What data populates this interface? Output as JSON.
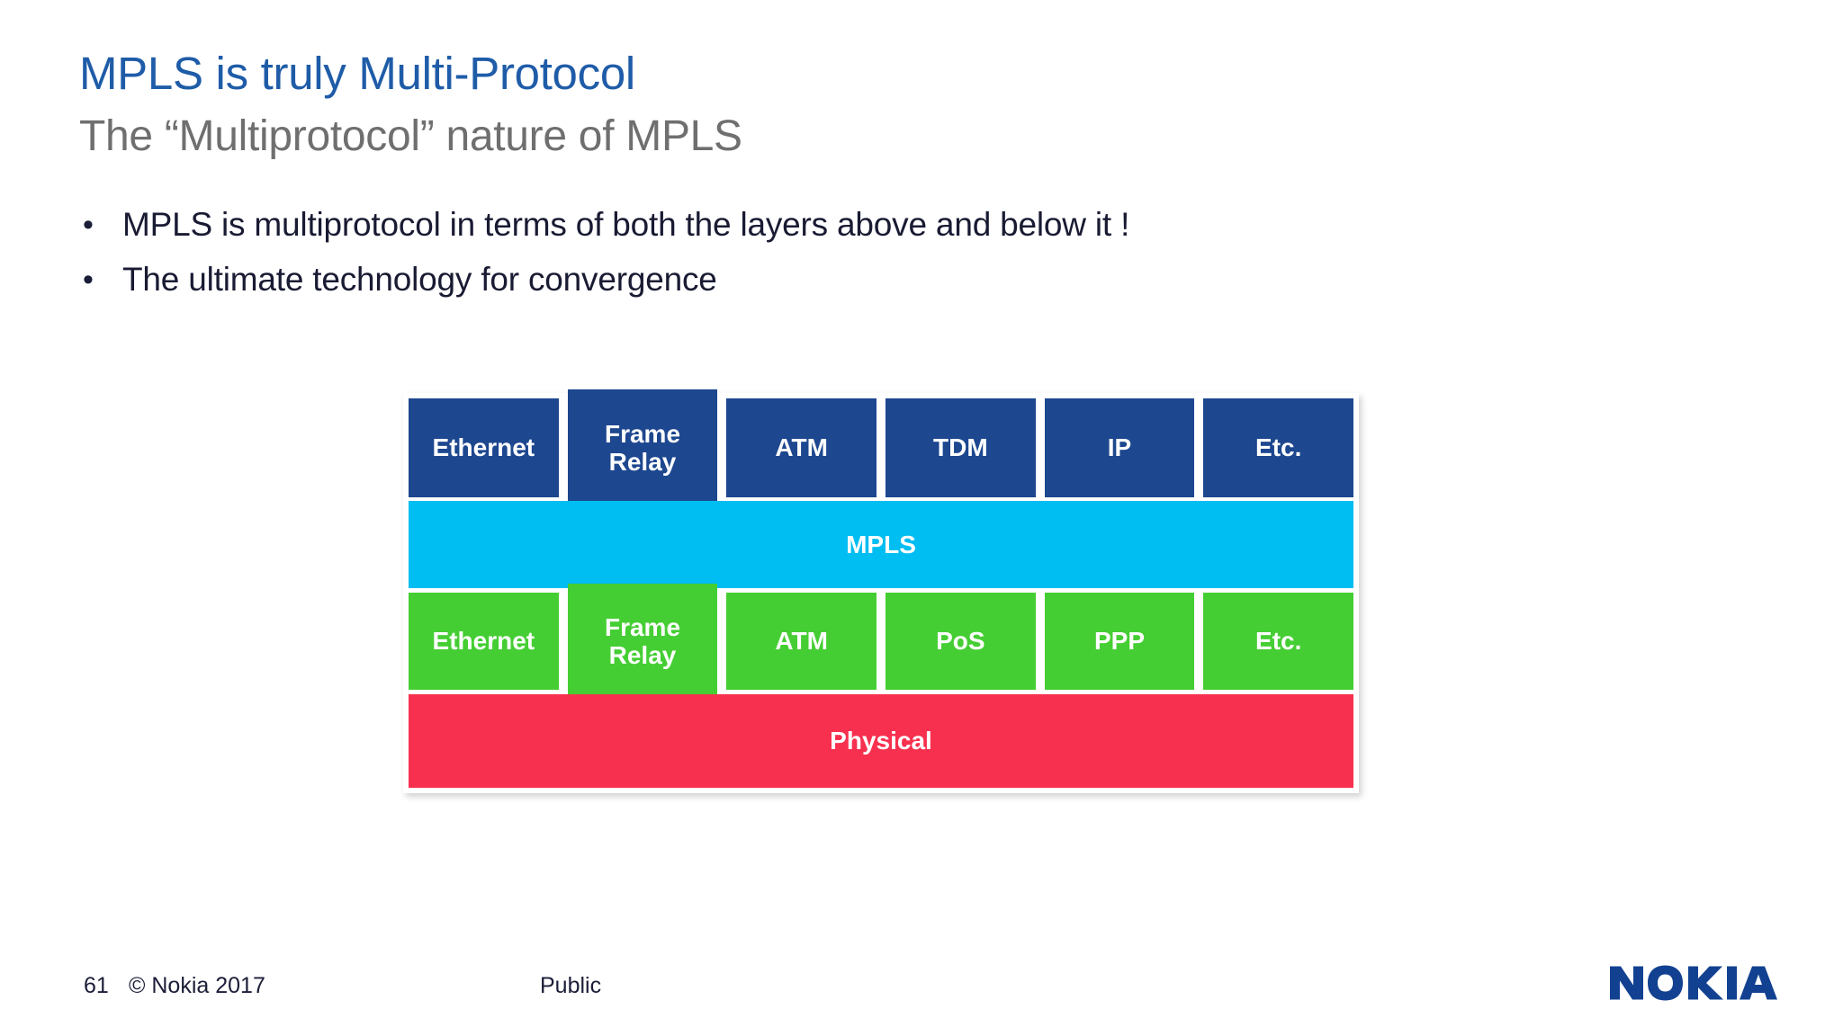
{
  "slide": {
    "title": "MPLS is truly Multi-Protocol",
    "subtitle": "The “Multiprotocol” nature of MPLS",
    "title_color": "#1f5ca8",
    "subtitle_color": "#6f6f6f"
  },
  "bullets": [
    {
      "marker": "•",
      "text": "MPLS is multiprotocol in terms of both the layers above and below it !"
    },
    {
      "marker": "•",
      "text": "The ultimate technology for convergence"
    }
  ],
  "diagram": {
    "type": "layered-protocol-stack",
    "colors": {
      "upper_layer": "#1d478f",
      "mpls_layer": "#00bdf2",
      "lower_layer": "#45ce33",
      "physical_layer": "#f8304f",
      "label_text": "#ffffff"
    },
    "rows": [
      {
        "name": "upper-layer-protocols",
        "cells": [
          {
            "label": "Ethernet",
            "tall": false
          },
          {
            "label": "Frame\nRelay",
            "line1": "Frame",
            "line2": "Relay",
            "tall": true
          },
          {
            "label": "ATM",
            "tall": false
          },
          {
            "label": "TDM",
            "tall": false
          },
          {
            "label": "IP",
            "tall": false
          },
          {
            "label": "Etc.",
            "tall": false
          }
        ]
      },
      {
        "name": "mpls-band",
        "label": "MPLS"
      },
      {
        "name": "lower-layer-protocols",
        "cells": [
          {
            "label": "Ethernet",
            "tall": false
          },
          {
            "label": "Frame\nRelay",
            "line1": "Frame",
            "line2": "Relay",
            "tall": true
          },
          {
            "label": "ATM",
            "tall": false
          },
          {
            "label": "PoS",
            "tall": false
          },
          {
            "label": "PPP",
            "tall": false
          },
          {
            "label": "Etc.",
            "tall": false
          }
        ]
      },
      {
        "name": "physical-band",
        "label": "Physical"
      }
    ]
  },
  "footer": {
    "page_number": "61",
    "copyright": "© Nokia 2017",
    "classification": "Public",
    "logo_text": "NOKIA",
    "logo_color": "#124191"
  }
}
